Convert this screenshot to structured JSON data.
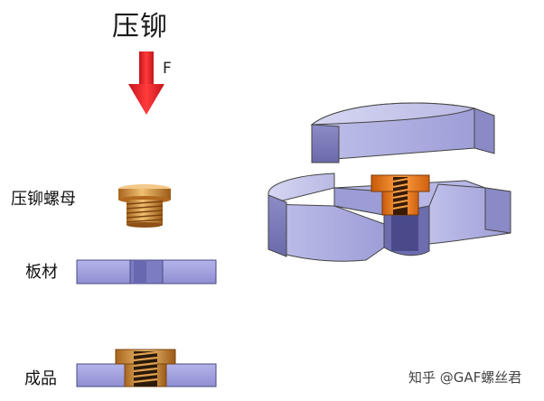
{
  "diagram": {
    "title": "压铆",
    "force_label": "F",
    "labels": {
      "nut": "压铆螺母",
      "sheet": "板材",
      "product": "成品"
    },
    "watermark": "知乎 @GAF螺丝君"
  },
  "colors": {
    "arrow": "#e8232a",
    "metal_plate": "#a9a9e0",
    "metal_plate_dark": "#7e7ec4",
    "nut_gold": "#d4903a",
    "nut_orange": "#f07a1e"
  }
}
